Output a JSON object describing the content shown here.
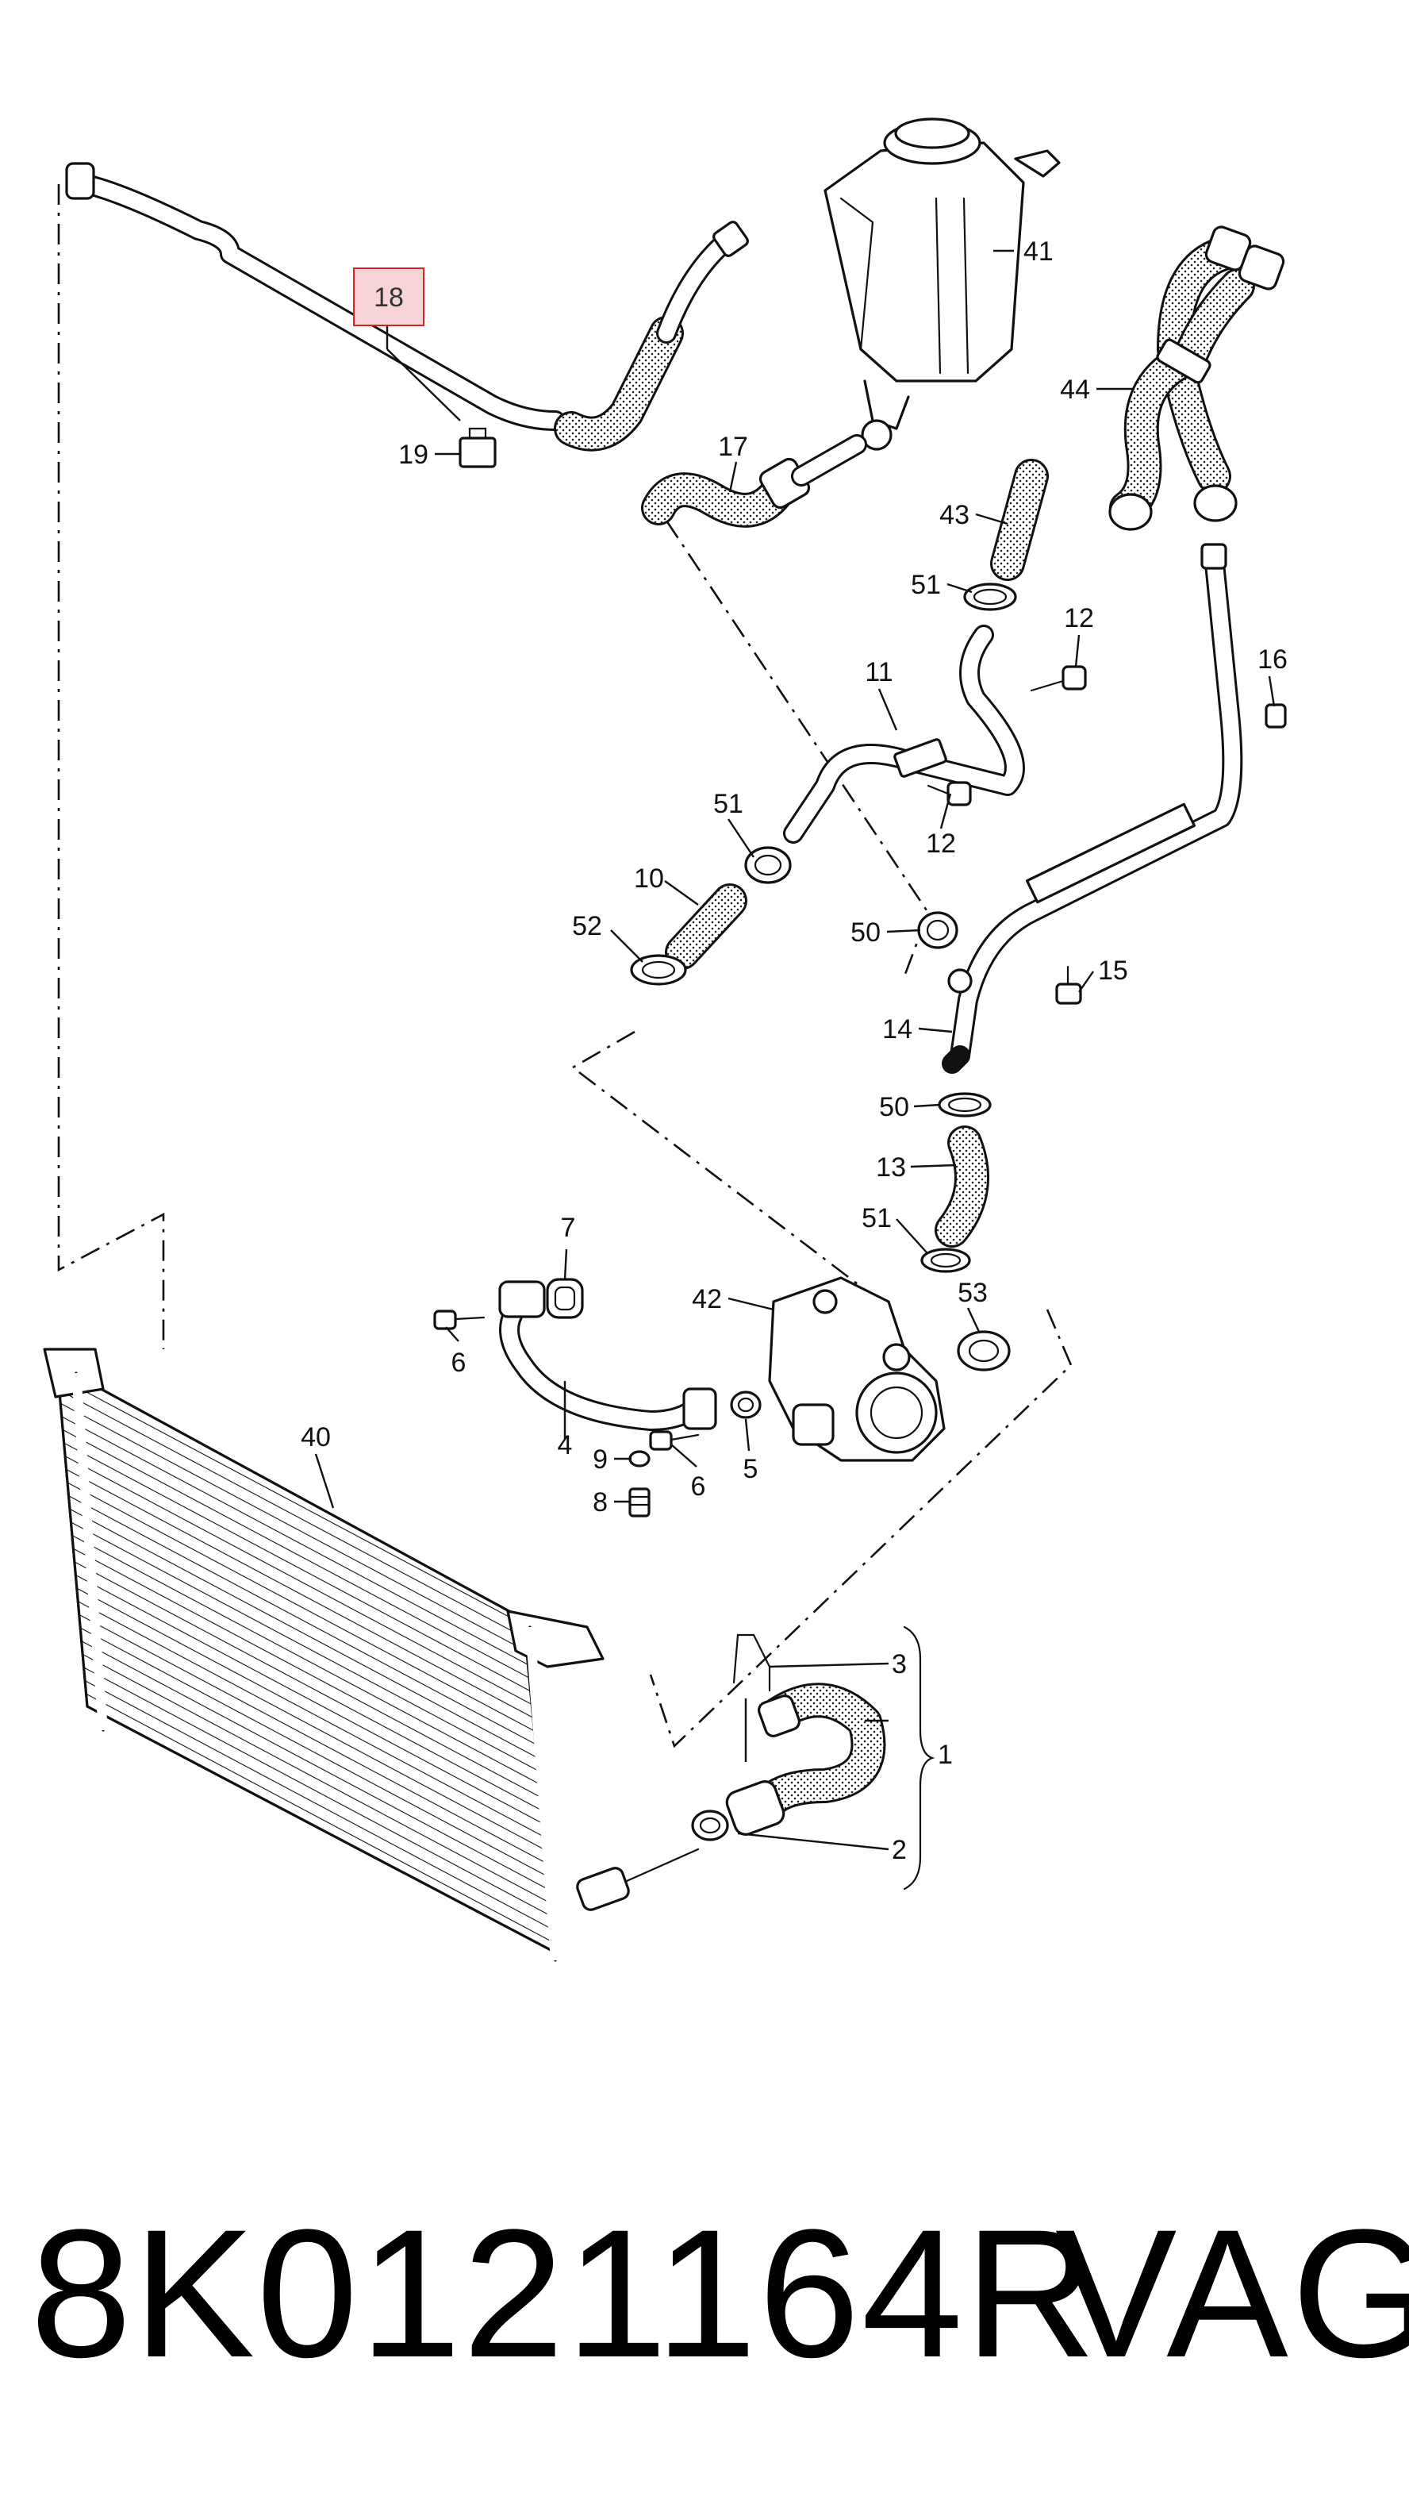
{
  "diagram": {
    "highlighted_callout": "18",
    "callouts": [
      "1",
      "2",
      "3",
      "4",
      "5",
      "6",
      "6",
      "7",
      "8",
      "9",
      "10",
      "11",
      "12",
      "12",
      "13",
      "14",
      "15",
      "16",
      "17",
      "18",
      "19",
      "40",
      "41",
      "42",
      "43",
      "44",
      "50",
      "50",
      "51",
      "51",
      "51",
      "52",
      "53"
    ]
  },
  "footer": {
    "part_number": "8K0121164R",
    "brand": "VAG"
  }
}
